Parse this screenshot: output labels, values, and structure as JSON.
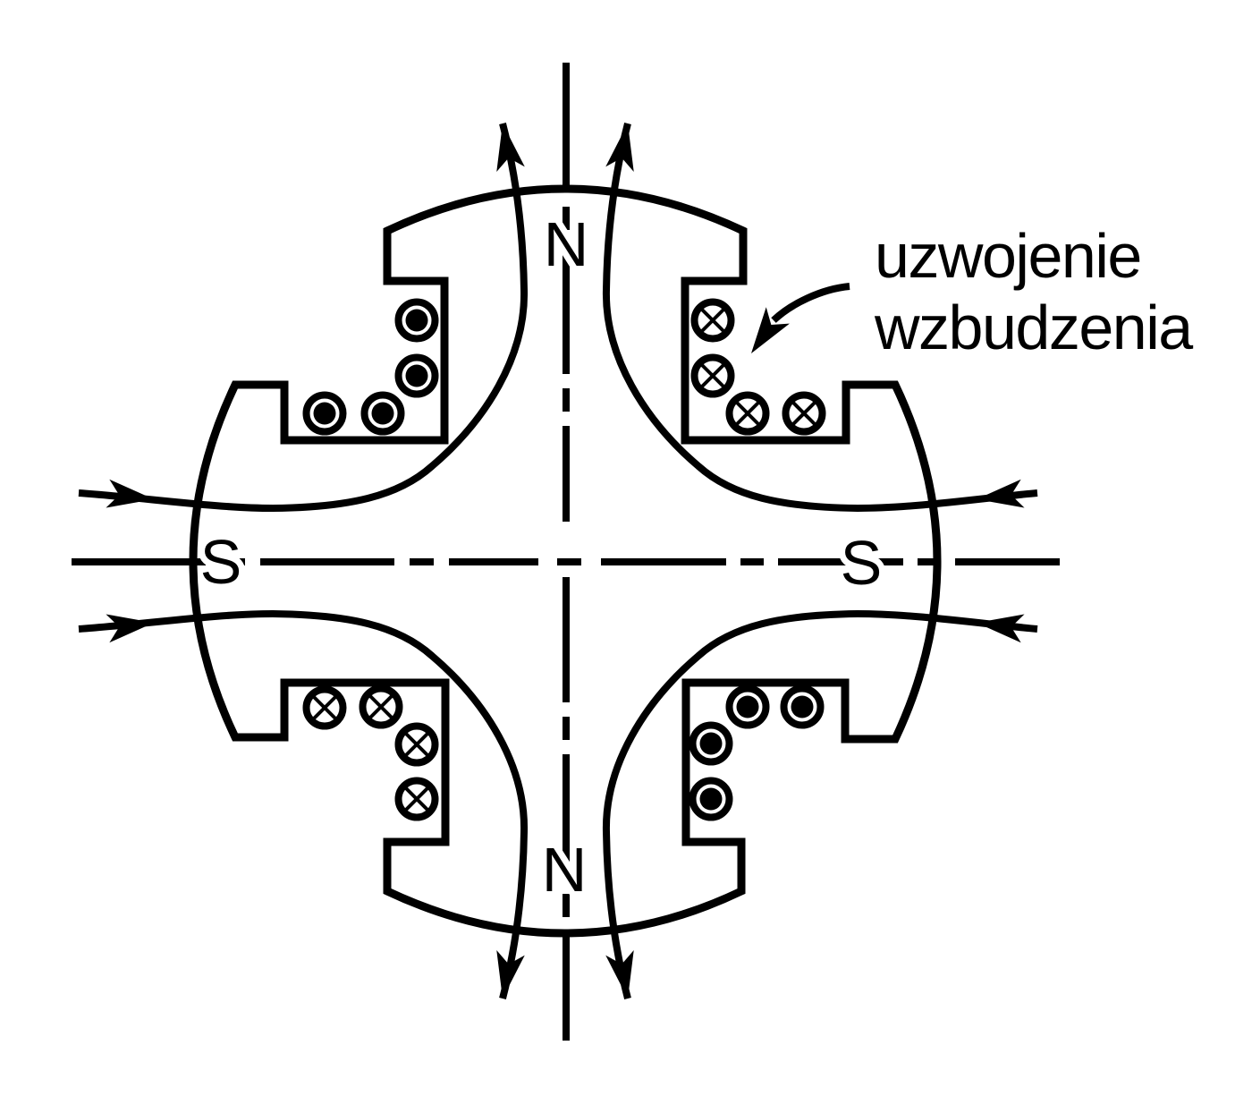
{
  "figure": {
    "background_color": "#ffffff",
    "ink_color": "#000000",
    "description_icons": {
      "dot_conductor": "current-out-of-page-icon",
      "cross_conductor": "current-into-page-icon"
    }
  },
  "labels": {
    "pole_top": "N",
    "pole_bottom": "N",
    "pole_left": "S",
    "pole_right": "S"
  },
  "annotation": {
    "line1": "uzwojenie",
    "line2": "wzbudzenia"
  }
}
